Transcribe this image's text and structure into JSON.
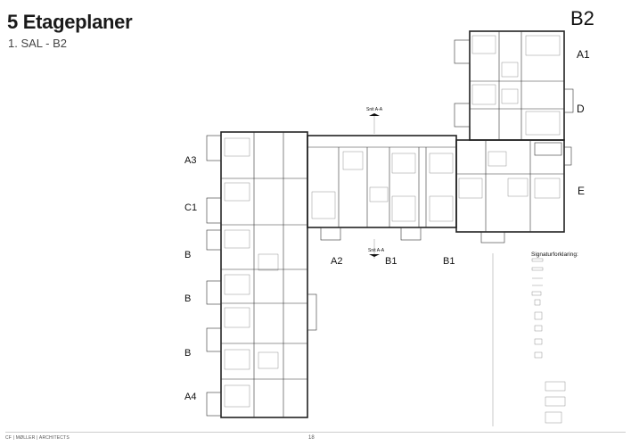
{
  "header": {
    "title": "5 Etageplaner",
    "subtitle": "1. SAL - B2",
    "sheet_code": "B2"
  },
  "footer": {
    "brand": "CF | MØLLER | ARCHITECTS",
    "page_number": "18"
  },
  "unit_labels": {
    "a1": "A1",
    "d": "D",
    "e": "E",
    "a3": "A3",
    "c1": "C1",
    "b_1": "B",
    "b_2": "B",
    "b_3": "B",
    "a4": "A4",
    "a2": "A2",
    "b1_1": "B1",
    "b1_2": "B1"
  },
  "section_marks": {
    "upper": "Snit A-A",
    "lower": "Snit A-A"
  },
  "legend": {
    "title": "Signaturforklaring:"
  }
}
